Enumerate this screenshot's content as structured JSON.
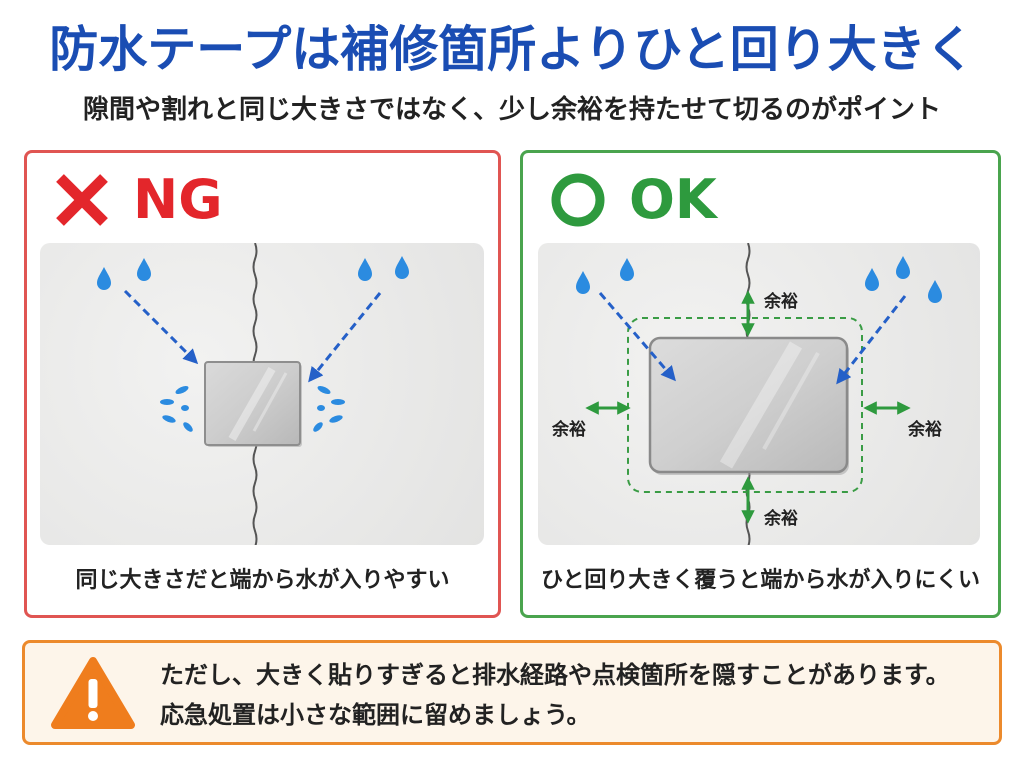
{
  "header": {
    "title": "防水テープは補修箇所よりひと回り大きく",
    "subtitle": "隙間や割れと同じ大きさではなく、少し余裕を持たせて切るのがポイント"
  },
  "ng_panel": {
    "mark_icon": "cross-icon",
    "label": "NG",
    "caption": "同じ大きさだと端から水が入りやすい"
  },
  "ok_panel": {
    "mark_icon": "circle-icon",
    "label": "OK",
    "caption": "ひと回り大きく覆うと端から水が入りにくい",
    "margin_labels": {
      "top": "余裕",
      "bottom": "余裕",
      "left": "余裕",
      "right": "余裕"
    }
  },
  "warning": {
    "icon": "warning-icon",
    "lines": [
      "ただし、大きく貼りすぎると排水経路や点検箇所を隠すことがあります。",
      "応急処置は小さな範囲に留めましょう。"
    ]
  },
  "colors": {
    "title": "#1a4db3",
    "ng": "#e3262b",
    "ng_border": "#e05552",
    "ok": "#2e9a3e",
    "ok_border": "#4aa44e",
    "warn": "#ef7d1d",
    "warn_border": "#ec8a2c",
    "warn_bg": "#fdf5ea",
    "water": "#2b8be0",
    "arrow_blue": "#2560c8"
  }
}
